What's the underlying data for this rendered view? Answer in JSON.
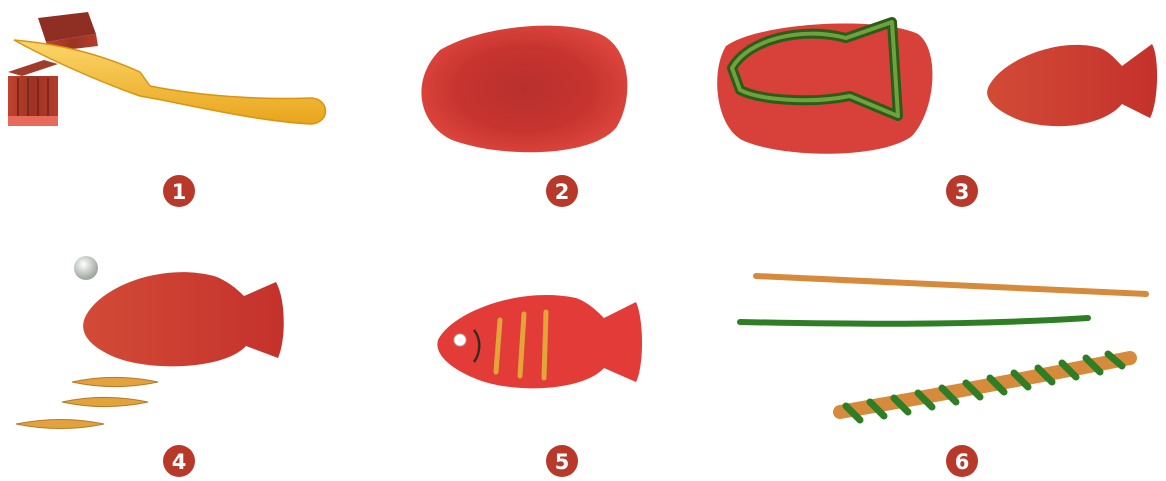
{
  "steps": [
    {
      "number": "1",
      "depicts": "clay-blocks-and-knife"
    },
    {
      "number": "2",
      "depicts": "flattened-clay"
    },
    {
      "number": "3",
      "depicts": "fish-cutter-and-cut-fish"
    },
    {
      "number": "4",
      "depicts": "fish-bead-and-fin-strips"
    },
    {
      "number": "5",
      "depicts": "decorated-fish"
    },
    {
      "number": "6",
      "depicts": "twisted-clay-strands"
    }
  ],
  "colors": {
    "badge": "#b8382a",
    "clay_red": "#d63a35",
    "clay_dark": "#a52c2a",
    "knife_yellow": "#f2b824",
    "cutter_green": "#3f7a26",
    "strand_orange": "#d68a3c",
    "strand_green": "#2f7d25"
  }
}
